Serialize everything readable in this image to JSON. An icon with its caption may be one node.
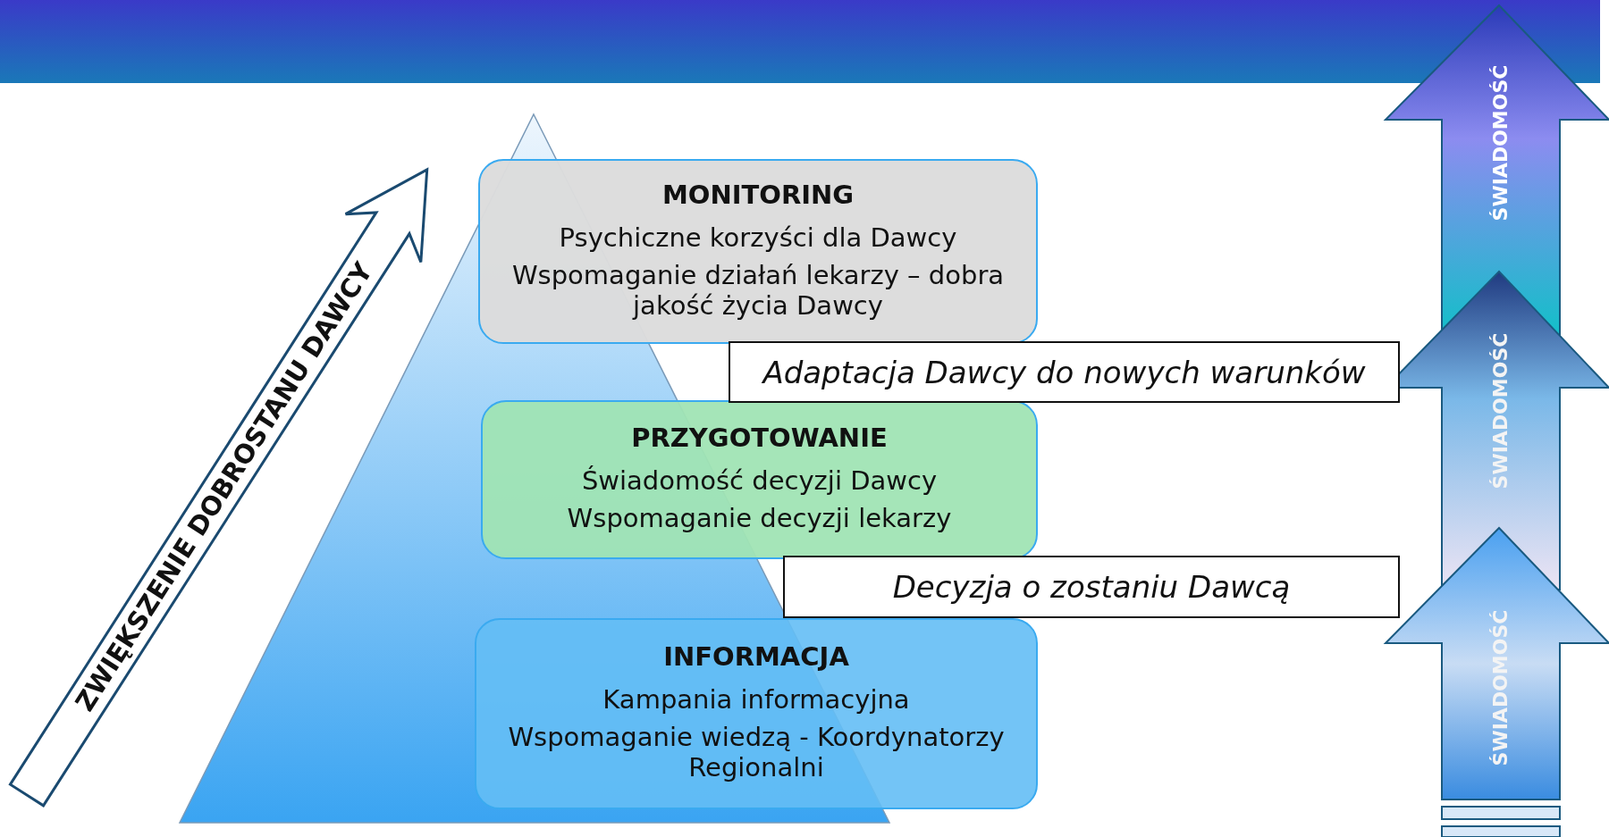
{
  "diagram": {
    "nodes": [
      {
        "text": [
          "MONITORING",
          "Psychiczne korzyści dla Dawcy",
          "Wspomaganie działań lekarzy – dobra jakość życia Dawcy"
        ]
      },
      {
        "text": [
          "Adaptacja Dawcy do nowych warunków"
        ]
      },
      {
        "text": [
          "PRZYGOTOWANIE",
          "Świadomość decyzji Dawcy",
          "Wspomaganie decyzji lekarzy"
        ]
      },
      {
        "text": [
          "Decyzja o zostaniu Dawcą"
        ]
      },
      {
        "text": [
          "INFORMACJA",
          "Kampania informacyjna",
          "Wspomaganie wiedzą - Koordynatorzy Regionalni"
        ]
      }
    ],
    "labels": [
      "ZWIĘKSZENIE DOBROSTANU DAWCY",
      "ŚWIADOMOŚĆ",
      "ŚWIADOMOŚĆ",
      "ŚWIADOMOŚĆ"
    ]
  }
}
